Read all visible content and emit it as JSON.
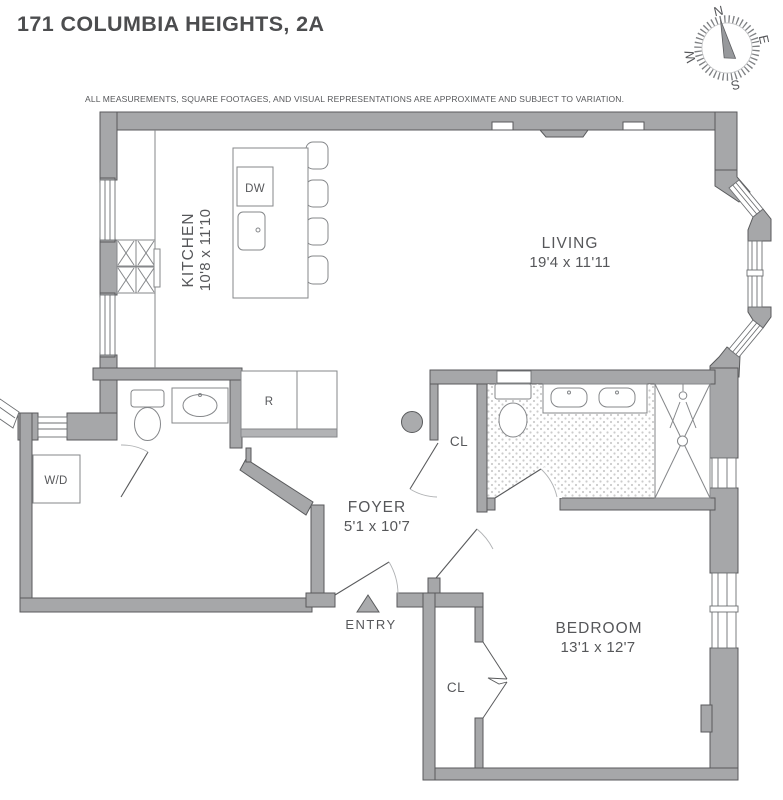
{
  "title": "171 COLUMBIA HEIGHTS, 2A",
  "disclaimer": "ALL MEASUREMENTS, SQUARE FOOTAGES, AND VISUAL REPRESENTATIONS ARE APPROXIMATE AND SUBJECT TO VARIATION.",
  "compass": {
    "n": "N",
    "e": "E",
    "s": "S",
    "w": "W"
  },
  "rooms": {
    "kitchen": {
      "name": "KITCHEN",
      "dims": "10'8 x 11'10"
    },
    "living": {
      "name": "LIVING",
      "dims": "19'4 x 11'11"
    },
    "foyer": {
      "name": "FOYER",
      "dims": "5'1 x 10'7"
    },
    "bedroom": {
      "name": "BEDROOM",
      "dims": "13'1 x 12'7"
    }
  },
  "labels": {
    "entry": "ENTRY",
    "dishwasher": "DW",
    "refrigerator": "R",
    "washer_dryer": "W/D",
    "closet_foyer": "CL",
    "closet_bedroom": "CL"
  },
  "colors": {
    "wall": "#a6a7a9",
    "outline": "#595a5c",
    "text": "#56575a",
    "fixture_line": "#85878a",
    "tile_dot": "#cccccc"
  }
}
